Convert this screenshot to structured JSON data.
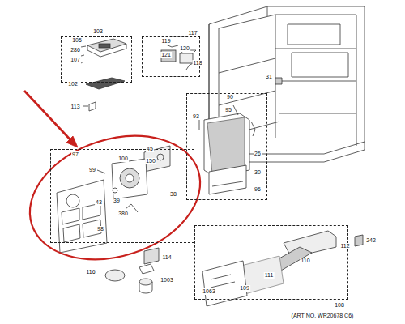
{
  "diagram": {
    "nodes": [
      {
        "text": [
          "103"
        ]
      },
      {
        "text": [
          "117"
        ]
      },
      {
        "text": [
          "90"
        ]
      },
      {
        "text": [
          "97"
        ]
      },
      {
        "text": [
          "108"
        ]
      }
    ],
    "labels": [
      "105",
      "286",
      "107",
      "102",
      "113",
      "119",
      "121",
      "120",
      "118",
      "31",
      "95",
      "93",
      "26",
      "30",
      "96",
      "45",
      "150",
      "100",
      "99",
      "39",
      "43",
      "38",
      "380",
      "98",
      "114",
      "116",
      "1003",
      "112",
      "242",
      "110",
      "111",
      "109",
      "1063",
      "(ART NO. WR20678 C6)"
    ]
  }
}
